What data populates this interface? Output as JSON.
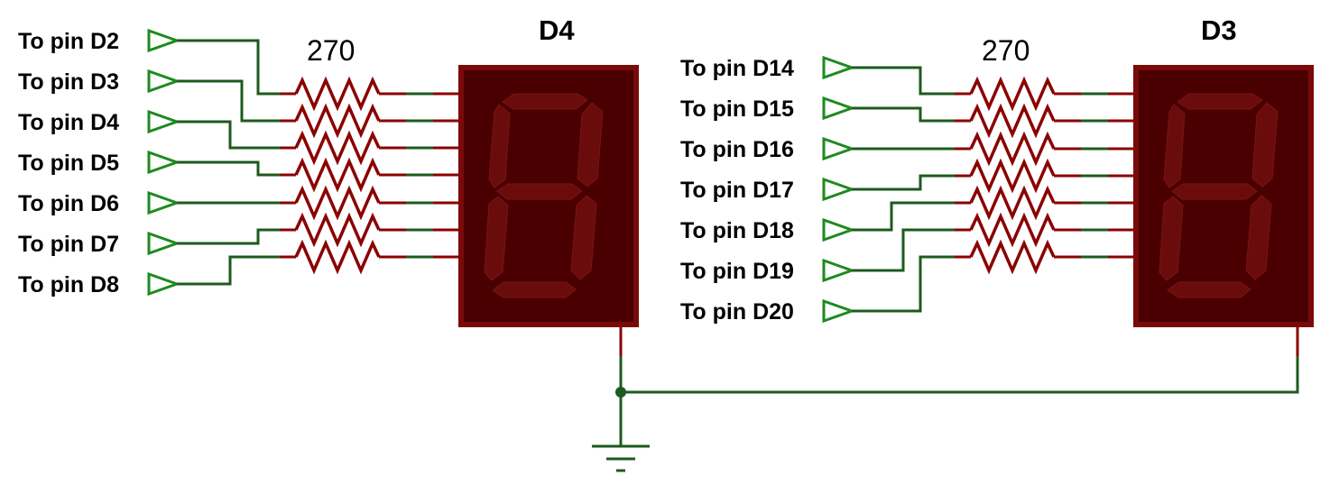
{
  "displays": [
    {
      "id": "D4",
      "designator": "D4",
      "resistor_value": "270",
      "inputs": [
        "To pin D2",
        "To pin D3",
        "To pin D4",
        "To pin D5",
        "To pin D6",
        "To pin D7",
        "To pin D8"
      ]
    },
    {
      "id": "D3",
      "designator": "D3",
      "resistor_value": "270",
      "inputs": [
        "To pin D14",
        "To pin D15",
        "To pin D16",
        "To pin D17",
        "To pin D18",
        "To pin D19",
        "To pin D20"
      ]
    }
  ],
  "colors": {
    "wire": "#1e5a1e",
    "component": "#8b0000",
    "display_body": "#4a0000",
    "segment": "#6a0c0c"
  },
  "icons": {
    "terminal": "input-terminal-triangle",
    "ground": "ground-symbol",
    "junction": "junction-dot"
  }
}
